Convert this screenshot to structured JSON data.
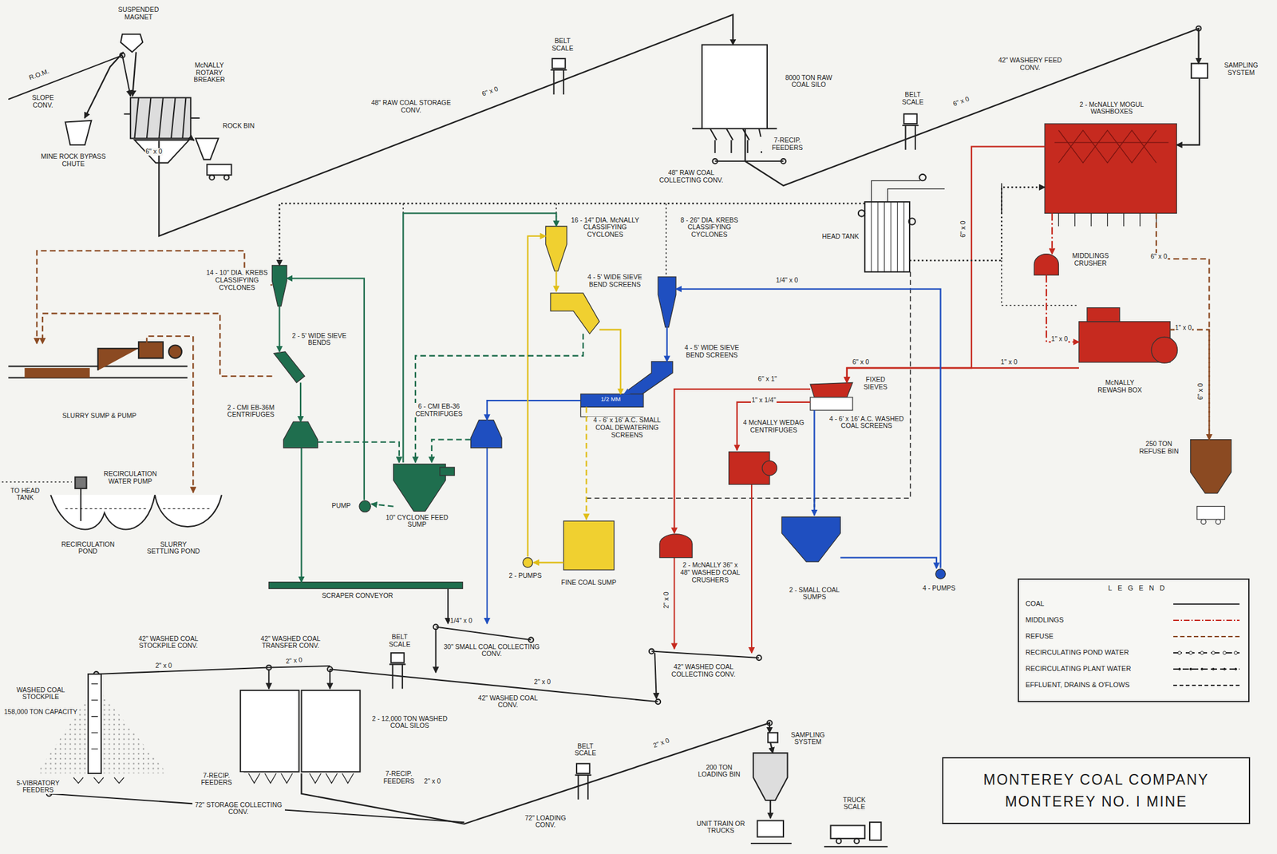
{
  "diagram": {
    "title": "MONTEREY COAL COMPANY MONTEREY NO. I MINE",
    "nodes": [
      {
        "text": [
          "SUSPENDED MAGNET"
        ]
      },
      {
        "text": [
          "McNALLY ROTARY BREAKER"
        ]
      },
      {
        "text": [
          "MINE ROCK BYPASS CHUTE"
        ]
      },
      {
        "text": [
          "ROCK BIN"
        ]
      },
      {
        "text": [
          "8000 TON RAW COAL SILO"
        ]
      },
      {
        "text": [
          "SAMPLING SYSTEM"
        ]
      },
      {
        "text": [
          "2 - McNALLY MOGUL WASHBOXES"
        ]
      },
      {
        "text": [
          "HEAD TANK"
        ]
      },
      {
        "text": [
          "MIDDLINGS CRUSHER"
        ]
      },
      {
        "text": [
          "McNALLY REWASH BOX"
        ]
      },
      {
        "text": [
          "250 TON REFUSE BIN"
        ]
      },
      {
        "text": [
          "16 - 14\" DIA. McNALLY CLASSIFYING CYCLONES"
        ]
      },
      {
        "text": [
          "4 - 5' WIDE SIEVE BEND SCREENS"
        ]
      },
      {
        "text": [
          "14 - 10\" DIA. KREBS CLASSIFYING CYCLONES"
        ]
      },
      {
        "text": [
          "2 - 5' WIDE SIEVE BENDS"
        ]
      },
      {
        "text": [
          "2 - CMI EB-36M CENTRIFUGES"
        ]
      },
      {
        "text": [
          "10\" CYCLONE FEED SUMP"
        ]
      },
      {
        "text": [
          "PUMP"
        ]
      },
      {
        "text": [
          "SLURRY SUMP & PUMP"
        ]
      },
      {
        "text": [
          "RECIRCULATION WATER PUMP"
        ]
      },
      {
        "text": [
          "RECIRCULATION POND"
        ]
      },
      {
        "text": [
          "SLURRY SETTLING POND"
        ]
      },
      {
        "text": [
          "8 - 26\" DIA. KREBS CLASSIFYING CYCLONES"
        ]
      },
      {
        "text": [
          "4 - 5' WIDE SIEVE BEND SCREENS"
        ]
      },
      {
        "text": [
          "1/2 MM",
          "4 - 6' x 16' A.C. SMALL COAL DEWATERING SCREENS"
        ]
      },
      {
        "text": [
          "6 - CMI EB-36 CENTRIFUGES"
        ]
      },
      {
        "text": [
          "FINE COAL SUMP"
        ]
      },
      {
        "text": [
          "2 - PUMPS"
        ]
      },
      {
        "text": [
          "FIXED SIEVES"
        ]
      },
      {
        "text": [
          "4 - 6' x 16' A.C. WASHED COAL SCREENS"
        ]
      },
      {
        "text": [
          "4 McNALLY WEDAG CENTRIFUGES"
        ]
      },
      {
        "text": [
          "2 - McNALLY 36\" x 48\" WASHED COAL CRUSHERS"
        ]
      },
      {
        "text": [
          "2 - SMALL COAL SUMPS"
        ]
      },
      {
        "text": [
          "4 - PUMPS"
        ]
      },
      {
        "text": [
          "SCRAPER CONVEYOR"
        ]
      },
      {
        "text": [
          "WASHED COAL STOCKPILE",
          "158,000 TON CAPACITY"
        ]
      },
      {
        "text": [
          "2 - 12,000 TON WASHED COAL SILOS"
        ]
      },
      {
        "text": [
          "SAMPLING SYSTEM"
        ]
      },
      {
        "text": [
          "200 TON LOADING BIN"
        ]
      },
      {
        "text": [
          "UNIT TRAIN OR TRUCKS"
        ]
      },
      {
        "text": [
          "TRUCK SCALE"
        ]
      }
    ],
    "edges": [
      {
        "from": 0,
        "to": 1,
        "arrow": "to"
      },
      {
        "from": 1,
        "to": 3,
        "arrow": "to"
      },
      {
        "from": 0,
        "to": 2,
        "arrow": "to"
      },
      {
        "from": 1,
        "to": 4,
        "arrow": "to"
      },
      {
        "from": 4,
        "to": 5,
        "arrow": "to"
      },
      {
        "from": 5,
        "to": 6,
        "arrow": "to"
      },
      {
        "from": 6,
        "to": 10,
        "arrow": "to"
      },
      {
        "from": 6,
        "to": 8,
        "arrow": "to"
      },
      {
        "from": 8,
        "to": 9,
        "arrow": "to"
      },
      {
        "from": 9,
        "to": 10,
        "arrow": "to"
      },
      {
        "from": 9,
        "to": 28,
        "arrow": "to"
      },
      {
        "from": 6,
        "to": 28,
        "arrow": "to"
      },
      {
        "from": 7,
        "to": 6,
        "arrow": "to"
      },
      {
        "from": 28,
        "to": 31,
        "arrow": "to"
      },
      {
        "from": 29,
        "to": 30,
        "arrow": "to"
      },
      {
        "from": 29,
        "to": 32,
        "arrow": "to"
      },
      {
        "from": 32,
        "to": 33,
        "arrow": "to"
      },
      {
        "from": 33,
        "to": 22,
        "arrow": "to"
      },
      {
        "from": 22,
        "to": 23,
        "arrow": "to"
      },
      {
        "from": 23,
        "to": 24,
        "arrow": "to"
      },
      {
        "from": 24,
        "to": 25,
        "arrow": "to"
      },
      {
        "from": 25,
        "to": 16,
        "arrow": "to"
      },
      {
        "from": 16,
        "to": 11,
        "arrow": "to"
      },
      {
        "from": 16,
        "to": 17,
        "arrow": "to"
      },
      {
        "from": 17,
        "to": 13,
        "arrow": "to"
      },
      {
        "from": 13,
        "to": 14,
        "arrow": "to"
      },
      {
        "from": 14,
        "to": 15,
        "arrow": "to"
      },
      {
        "from": 15,
        "to": 34,
        "arrow": "to"
      },
      {
        "from": 15,
        "to": 16,
        "arrow": "to"
      },
      {
        "from": 11,
        "to": 12,
        "arrow": "to"
      },
      {
        "from": 12,
        "to": 24,
        "arrow": "to"
      },
      {
        "from": 24,
        "to": 26,
        "arrow": "to"
      },
      {
        "from": 26,
        "to": 27,
        "arrow": "to"
      },
      {
        "from": 27,
        "to": 11,
        "arrow": "to"
      },
      {
        "from": 12,
        "to": 16,
        "arrow": "to"
      },
      {
        "from": 13,
        "to": 18,
        "arrow": "to"
      },
      {
        "from": 18,
        "to": 21,
        "arrow": "to"
      },
      {
        "from": 14,
        "to": 18,
        "arrow": "to"
      },
      {
        "from": 7,
        "to": 13,
        "arrow": "to"
      },
      {
        "from": 36,
        "to": 37,
        "arrow": "to"
      },
      {
        "from": 37,
        "to": 38,
        "arrow": "to"
      },
      {
        "from": 38,
        "to": 39,
        "arrow": "to"
      }
    ],
    "labels": [
      "R.O.M.",
      "SLOPE CONV.",
      "6\" x 0",
      "BELT SCALE",
      "48\" RAW COAL STORAGE CONV.",
      "6\" x 0",
      "7-RECIP. FEEDERS",
      "48\" RAW COAL COLLECTING CONV.",
      "BELT SCALE",
      "42\" WASHERY FEED CONV.",
      "6\" x 0",
      "6\" x 0",
      "6\" x 0",
      "1\" x 0",
      "1\" x 0",
      "1\" x 0",
      "6\" x 0",
      "1/4\" x 0",
      "6\" x 0",
      "6\" x 1\"",
      "1\" x 1/4\"",
      "2\" x 0",
      "1/4\" x 0",
      "BELT SCALE",
      "30\" SMALL COAL COLLECTING CONV.",
      "42\" WASHED COAL STOCKPILE CONV.",
      "42\" WASHED COAL TRANSFER CONV.",
      "2\" x 0",
      "2\" x 0",
      "2\" x 0",
      "42\" WASHED COAL CONV.",
      "42\" WASHED COAL COLLECTING CONV.",
      "TO HEAD TANK",
      "5-VIBRATORY FEEDERS",
      "7-RECIP. FEEDERS",
      "7-RECIP. FEEDERS",
      "2\" x 0",
      "72\" STORAGE COLLECTING CONV.",
      "BELT SCALE",
      "72\" LOADING CONV.",
      "2\" x 0",
      "LEGEND"
    ],
    "legend": [
      {
        "text": "COAL"
      },
      {
        "text": "MIDDLINGS"
      },
      {
        "text": "REFUSE"
      },
      {
        "text": "RECIRCULATING POND WATER"
      },
      {
        "text": "RECIRCULATING PLANT WATER"
      },
      {
        "text": "EFFLUENT, DRAINS & O'FLOWS"
      }
    ]
  }
}
